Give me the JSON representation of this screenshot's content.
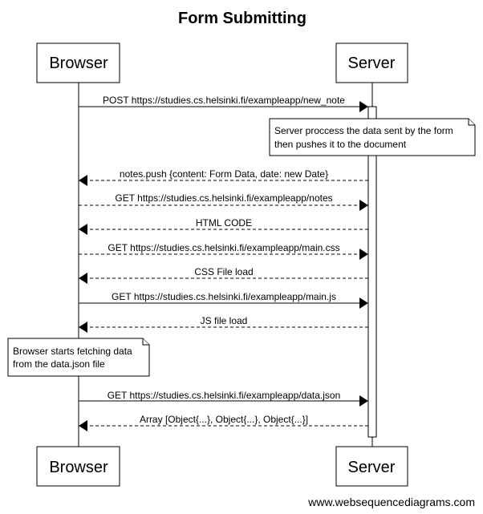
{
  "title": "Form Submitting",
  "participants": {
    "browser": "Browser",
    "server": "Server"
  },
  "messages": [
    {
      "from": "browser",
      "to": "server",
      "style": "solid",
      "label": "POST https://studies.cs.helsinki.fi/exampleapp/new_note"
    },
    {
      "from": "server",
      "to": "browser",
      "style": "dashed",
      "label": "notes.push {content: Form Data, date: new Date}"
    },
    {
      "from": "browser",
      "to": "server",
      "style": "dashed",
      "label": "GET https://studies.cs.helsinki.fi/exampleapp/notes"
    },
    {
      "from": "server",
      "to": "browser",
      "style": "dashed",
      "label": "HTML CODE"
    },
    {
      "from": "browser",
      "to": "server",
      "style": "dashed",
      "label": "GET https://studies.cs.helsinki.fi/exampleapp/main.css"
    },
    {
      "from": "server",
      "to": "browser",
      "style": "dashed",
      "label": "CSS File load"
    },
    {
      "from": "browser",
      "to": "server",
      "style": "solid",
      "label": "GET https://studies.cs.helsinki.fi/exampleapp/main.js"
    },
    {
      "from": "server",
      "to": "browser",
      "style": "dashed",
      "label": "JS file load"
    },
    {
      "from": "browser",
      "to": "server",
      "style": "solid",
      "label": "GET https://studies.cs.helsinki.fi/exampleapp/data.json"
    },
    {
      "from": "server",
      "to": "browser",
      "style": "dashed",
      "label": "Array [Object{...}, Object{...}, Object{...}]"
    }
  ],
  "notes": {
    "server_note": [
      "Server proccess the data sent by the form",
      "then pushes it to the document"
    ],
    "browser_note": [
      "Browser starts fetching data",
      "from the data.json file"
    ]
  },
  "watermark": "www.websequencediagrams.com"
}
